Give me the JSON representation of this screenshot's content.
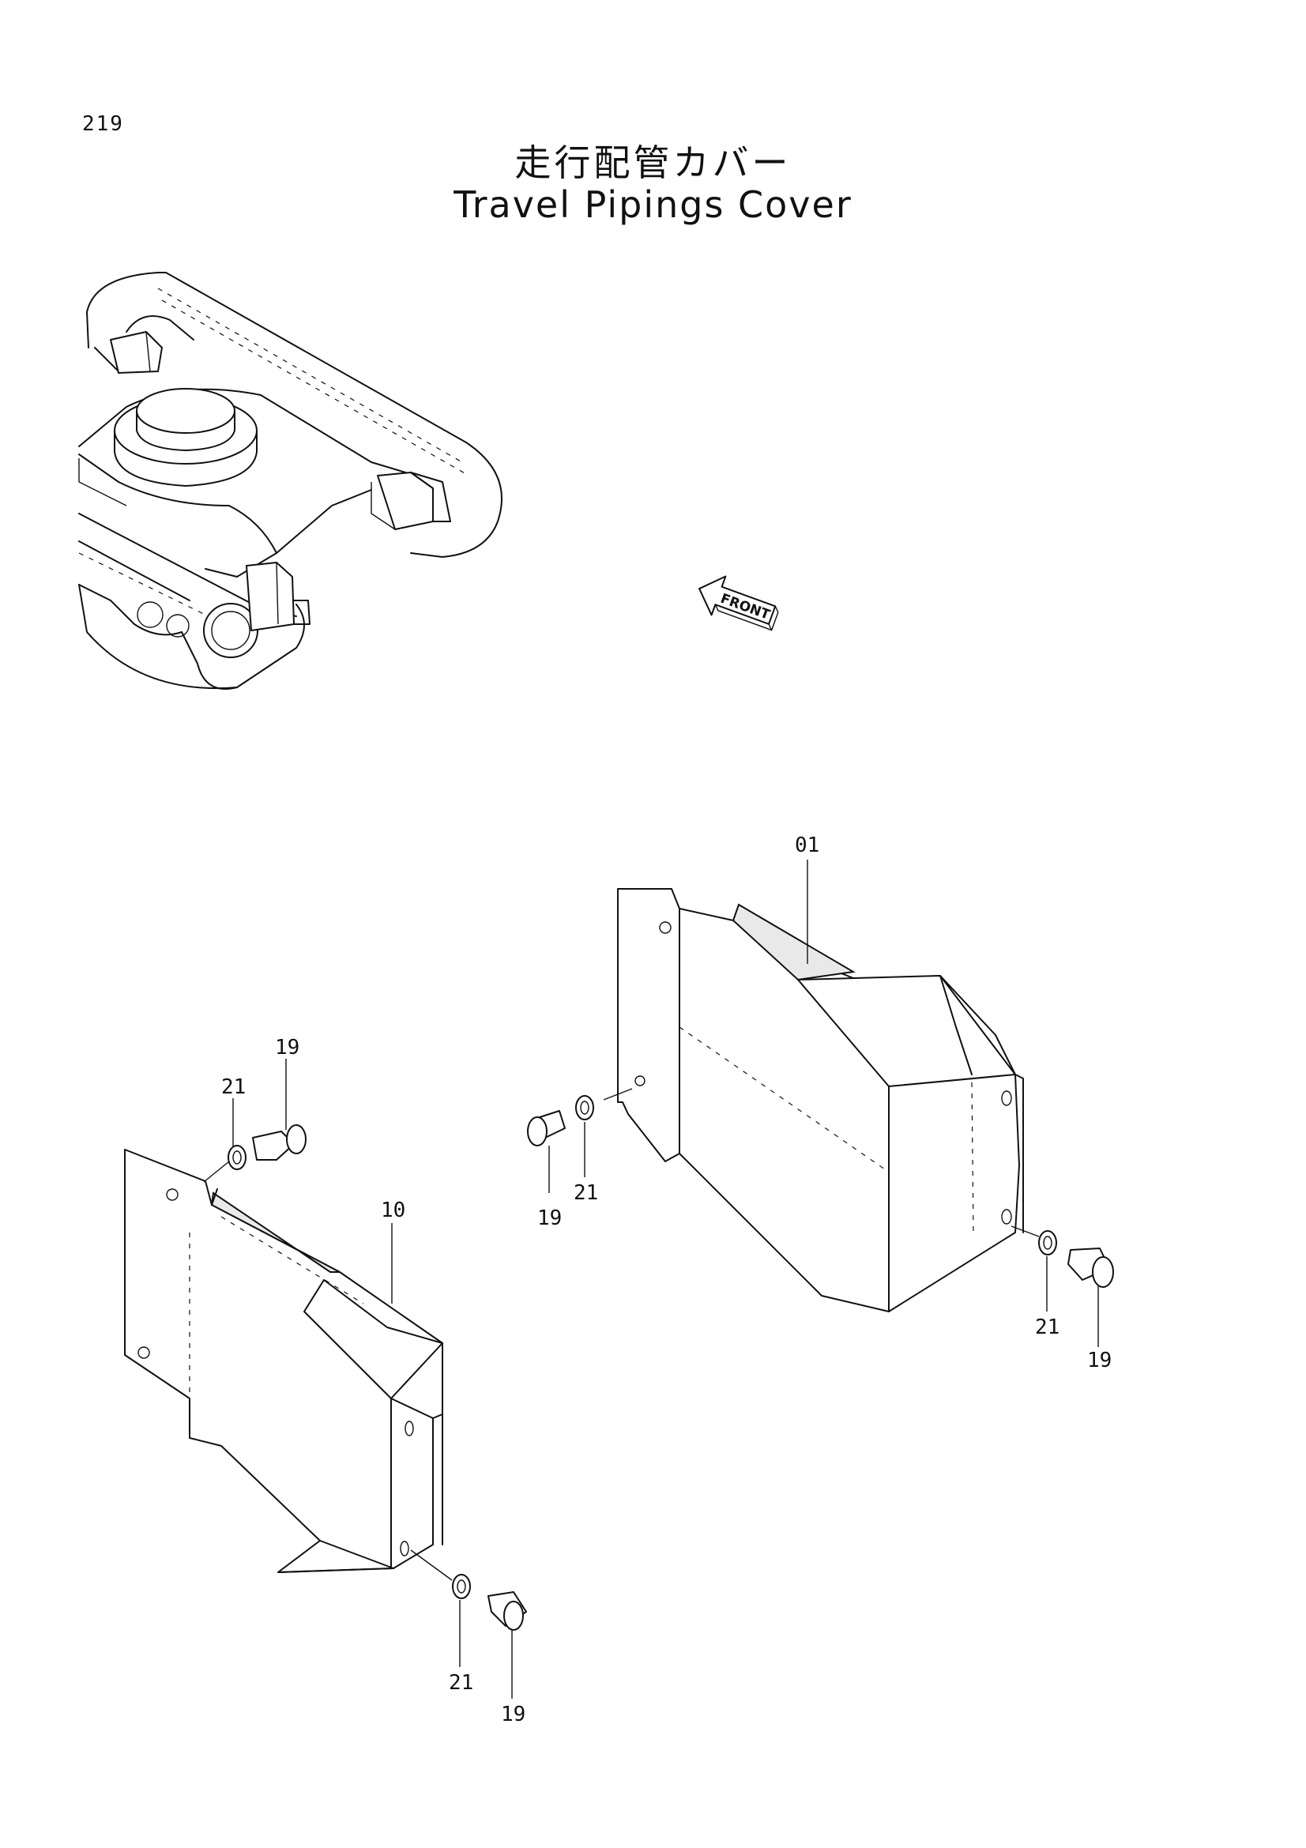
{
  "page_number": "219",
  "title_jp": "走行配管カバー",
  "title_en": "Travel Pipings Cover",
  "front_label": "FRONT",
  "callouts": {
    "c01": "01",
    "c10": "10",
    "c19": "19",
    "c21": "21"
  }
}
